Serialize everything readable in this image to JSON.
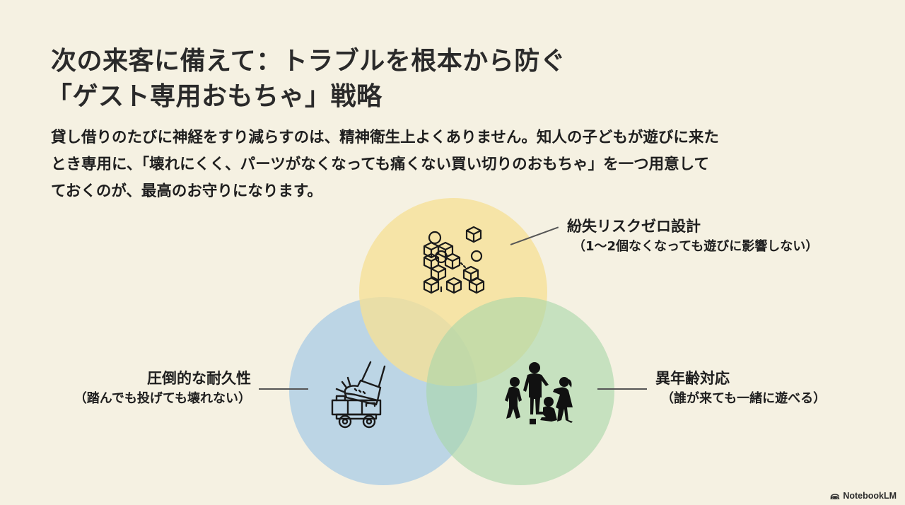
{
  "slide": {
    "title": {
      "line1": "次の来客に備えて：トラブルを根本から防ぐ",
      "line2": "「ゲスト専用おもちゃ」戦略"
    },
    "body": {
      "line1": "貸し借りのたびに神経をすり減らすのは、精神衛生上よくありません。知人の子どもが遊びに来た",
      "line2": "とき専用に、「壊れにくく、パーツがなくなっても痛くない買い切りのおもちゃ」を一つ用意して",
      "line3": "おくのが、最高のお守りになります。",
      "line3_prefix": "て"
    }
  },
  "venn": {
    "circles": [
      {
        "id": "top",
        "color": "#f6e096",
        "icon": "blocks-and-balls-icon"
      },
      {
        "id": "left",
        "color": "#a6cbe6",
        "icon": "foot-stepping-on-toy-truck-icon"
      },
      {
        "id": "right",
        "color": "#aad6aa",
        "icon": "children-playing-icon"
      }
    ],
    "labels": {
      "top": {
        "head": "紛失リスクゼロ設計",
        "sub": "（1〜2個なくなっても遊びに影響しない）"
      },
      "left": {
        "head": "圧倒的な耐久性",
        "sub": "（踏んでも投げても壊れない）"
      },
      "right": {
        "head": "異年齢対応",
        "sub": "（誰が来ても一緒に遊べる）"
      }
    }
  },
  "footer": {
    "brand": "NotebookLM"
  },
  "colors": {
    "background": "#f5f1e2",
    "text": "#1e1e1e",
    "yellow": "#f6e096",
    "blue": "#a6cbe6",
    "green": "#aad6aa"
  }
}
